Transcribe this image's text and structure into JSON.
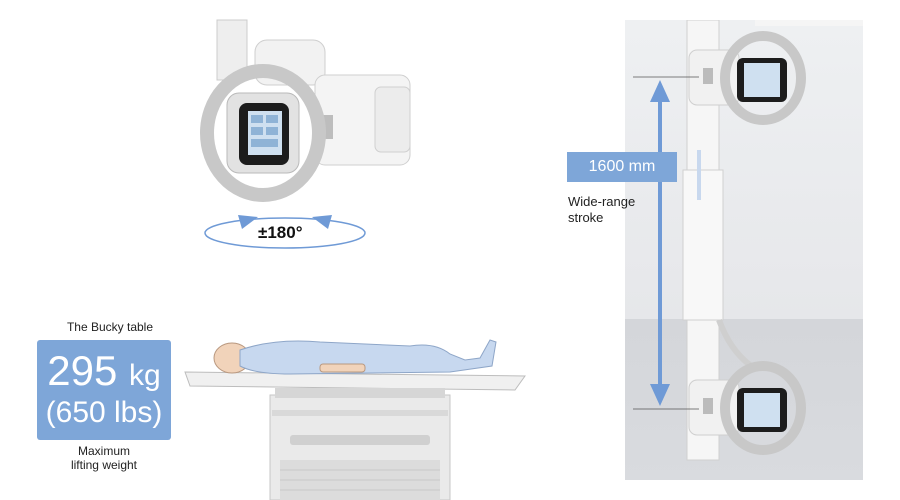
{
  "rotation": {
    "label": "±180°"
  },
  "bucky_table": {
    "caption": "The Bucky table",
    "weight_kg": "295",
    "weight_kg_unit": "kg",
    "weight_lbs": "(650 lbs)",
    "subcaption_line1": "Maximum",
    "subcaption_line2": "lifting weight"
  },
  "stroke": {
    "value": "1600 mm",
    "caption_line1": "Wide-range",
    "caption_line2": "stroke"
  },
  "colors": {
    "accent": "#7ea6d8",
    "arrow": "#6f9ad6",
    "panel_bg": "#e6e7ea"
  }
}
